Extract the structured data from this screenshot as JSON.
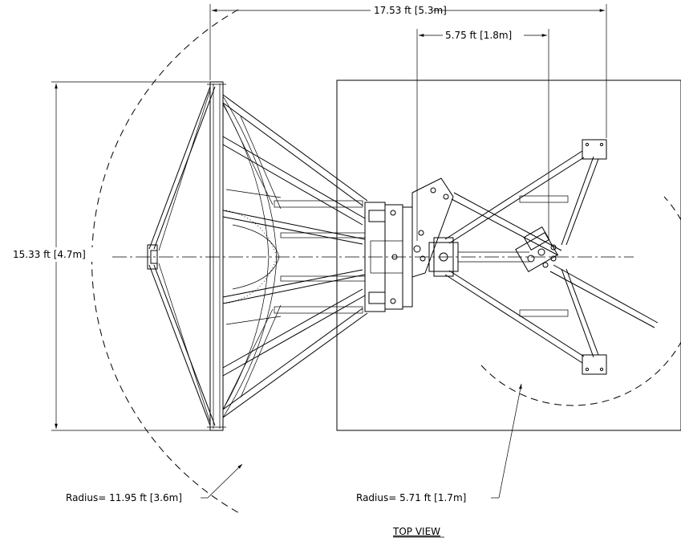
{
  "dimensions": {
    "overall_width": "17.53 ft [5.3m]",
    "pivot_offset": "5.75 ft [1.8m]",
    "reflector_height": "15.33 ft [4.7m]"
  },
  "radii": {
    "reflector_swing": "Radius= 11.95 ft [3.6m]",
    "counterweight_swing": "Radius= 5.71 ft [1.7m]"
  },
  "view_title": "TOP VIEW"
}
